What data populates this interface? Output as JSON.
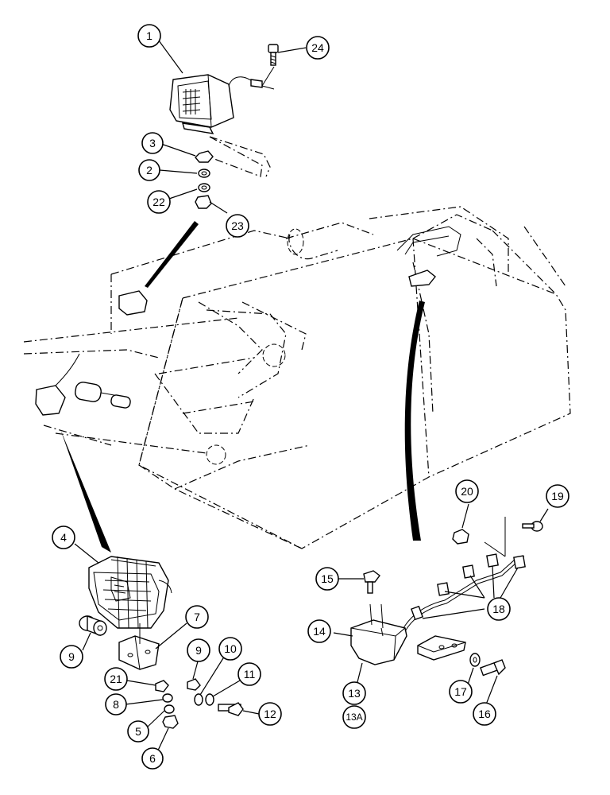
{
  "diagram": {
    "callouts": [
      {
        "id": "c1",
        "label": "1"
      },
      {
        "id": "c24",
        "label": "24"
      },
      {
        "id": "c3",
        "label": "3"
      },
      {
        "id": "c2",
        "label": "2"
      },
      {
        "id": "c22",
        "label": "22"
      },
      {
        "id": "c23",
        "label": "23"
      },
      {
        "id": "c4",
        "label": "4"
      },
      {
        "id": "c7",
        "label": "7"
      },
      {
        "id": "c9a",
        "label": "9"
      },
      {
        "id": "c9b",
        "label": "9"
      },
      {
        "id": "c10",
        "label": "10"
      },
      {
        "id": "c11",
        "label": "11"
      },
      {
        "id": "c21",
        "label": "21"
      },
      {
        "id": "c8",
        "label": "8"
      },
      {
        "id": "c5",
        "label": "5"
      },
      {
        "id": "c12",
        "label": "12"
      },
      {
        "id": "c6",
        "label": "6"
      },
      {
        "id": "c20",
        "label": "20"
      },
      {
        "id": "c19",
        "label": "19"
      },
      {
        "id": "c15",
        "label": "15"
      },
      {
        "id": "c18",
        "label": "18"
      },
      {
        "id": "c14",
        "label": "14"
      },
      {
        "id": "c13",
        "label": "13"
      },
      {
        "id": "c13a",
        "label": "13A"
      },
      {
        "id": "c17",
        "label": "17"
      },
      {
        "id": "c16",
        "label": "16"
      }
    ]
  }
}
